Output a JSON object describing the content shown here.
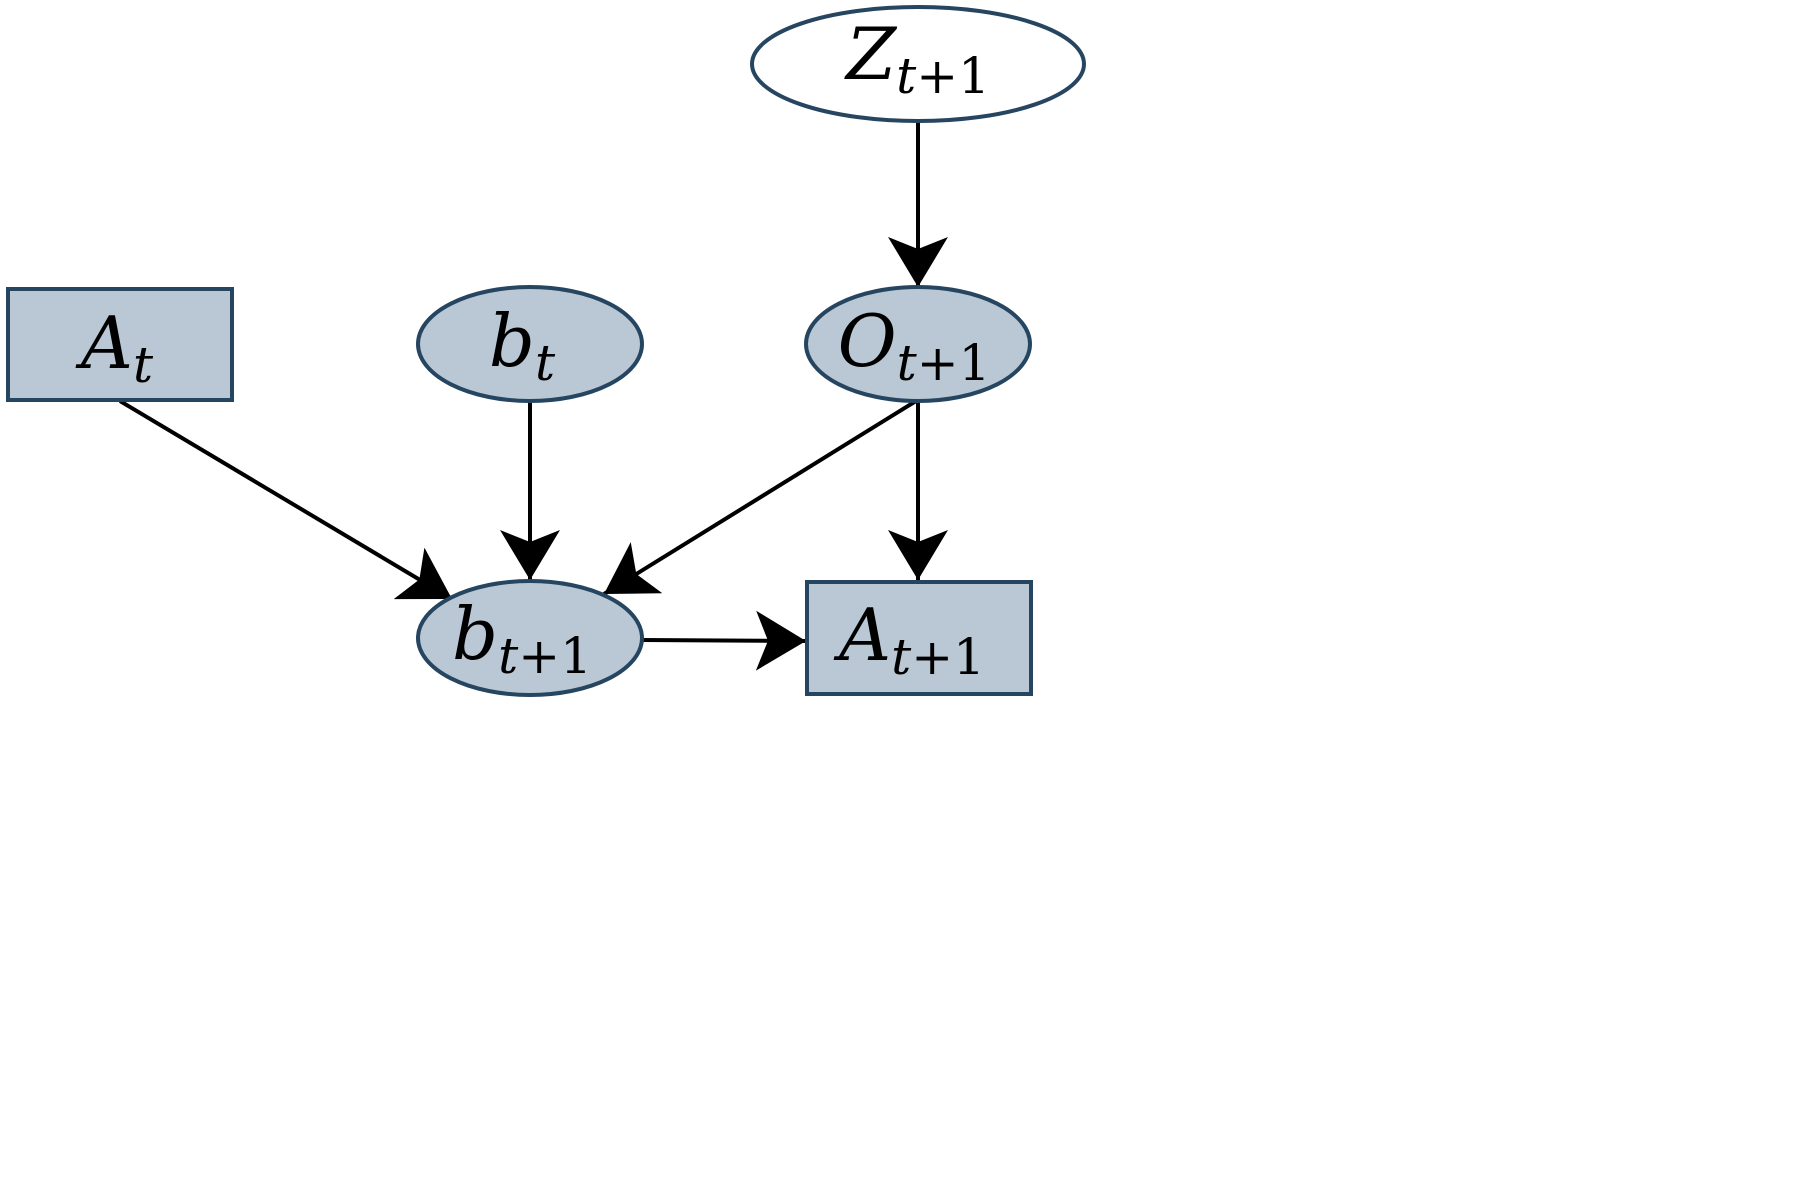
{
  "diagram": {
    "colors": {
      "node_fill_shaded": "#b9c8d4",
      "node_fill_plain": "#ffffff",
      "node_stroke": "#264560",
      "edge": "#000000",
      "background": "#ffffff"
    },
    "nodes": {
      "Z_next": {
        "main": "Z",
        "sub_var": "t",
        "sub_rest": "+1",
        "shape": "ellipse",
        "shaded": false
      },
      "A_t": {
        "main": "A",
        "sub_var": "t",
        "sub_rest": "",
        "shape": "rect",
        "shaded": true
      },
      "b_t": {
        "main": "b",
        "sub_var": "t",
        "sub_rest": "",
        "shape": "ellipse",
        "shaded": true
      },
      "O_next": {
        "main": "O",
        "sub_var": "t",
        "sub_rest": "+1",
        "shape": "ellipse",
        "shaded": true
      },
      "b_next": {
        "main": "b",
        "sub_var": "t",
        "sub_rest": "+1",
        "shape": "ellipse",
        "shaded": true
      },
      "A_next": {
        "main": "A",
        "sub_var": "t",
        "sub_rest": "+1",
        "shape": "rect",
        "shaded": true
      }
    },
    "edges": [
      {
        "from": "Z_next",
        "to": "O_next"
      },
      {
        "from": "A_t",
        "to": "b_next"
      },
      {
        "from": "b_t",
        "to": "b_next"
      },
      {
        "from": "O_next",
        "to": "b_next"
      },
      {
        "from": "O_next",
        "to": "A_next"
      },
      {
        "from": "b_next",
        "to": "A_next"
      }
    ]
  }
}
